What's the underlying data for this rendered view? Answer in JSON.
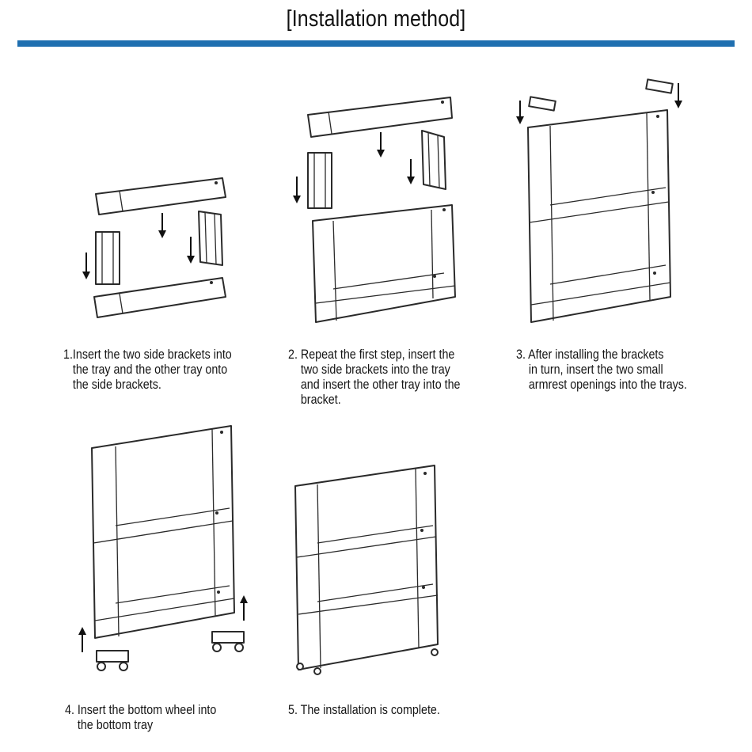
{
  "header": {
    "title": "[Installation method]",
    "accent_color": "#1f6fb0"
  },
  "steps": [
    {
      "text": "1.Insert the two side brackets into\n   the tray and the other tray onto\n   the side brackets."
    },
    {
      "text": "2. Repeat the first step, insert the\n    two side brackets into the tray\n    and insert the other tray into the\n    bracket."
    },
    {
      "text": "3. After installing the brackets\n    in turn, insert the two small\n    armrest openings into the trays."
    },
    {
      "text": "4. Insert the bottom wheel into\n    the bottom tray"
    },
    {
      "text": "5. The installation is complete."
    }
  ],
  "illustrations": [
    {
      "icon": "tray-and-brackets-exploded"
    },
    {
      "icon": "second-tier-exploded"
    },
    {
      "icon": "armrest-insertion"
    },
    {
      "icon": "wheel-insertion"
    },
    {
      "icon": "assembled-trolley"
    }
  ]
}
